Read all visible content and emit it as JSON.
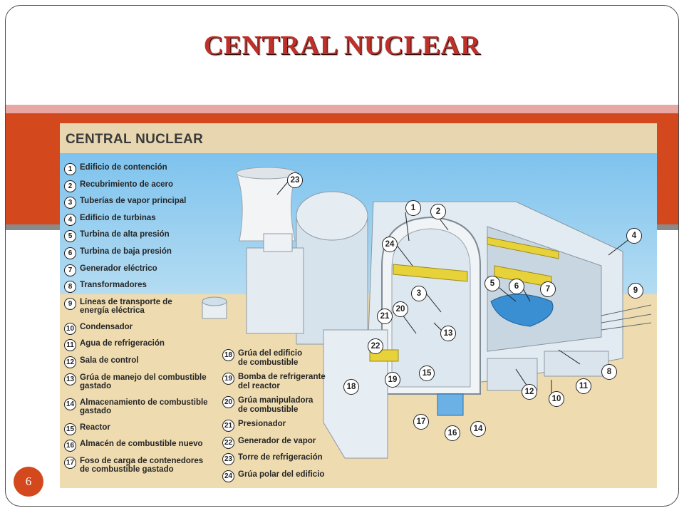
{
  "slide": {
    "title": "CENTRAL NUCLEAR",
    "page_number": "6"
  },
  "figure": {
    "title": "CENTRAL NUCLEAR",
    "legend": [
      {
        "num": "1",
        "text": "Edificio de contención"
      },
      {
        "num": "2",
        "text": "Recubrimiento de acero"
      },
      {
        "num": "3",
        "text": "Tuberías de vapor principal"
      },
      {
        "num": "4",
        "text": "Edificio de turbinas"
      },
      {
        "num": "5",
        "text": "Turbina de alta presión"
      },
      {
        "num": "6",
        "text": "Turbina de baja presión"
      },
      {
        "num": "7",
        "text": "Generador eléctrico"
      },
      {
        "num": "8",
        "text": "Transformadores"
      },
      {
        "num": "9",
        "text": "Líneas de transporte de\nenergía eléctrica"
      },
      {
        "num": "10",
        "text": "Condensador"
      },
      {
        "num": "11",
        "text": "Agua de refrigeración"
      },
      {
        "num": "12",
        "text": "Sala de control"
      },
      {
        "num": "13",
        "text": "Grúa de manejo del combustible\ngastado"
      },
      {
        "num": "14",
        "text": "Almacenamiento de combustible\ngastado"
      },
      {
        "num": "15",
        "text": "Reactor"
      },
      {
        "num": "16",
        "text": "Almacén de combustible nuevo"
      },
      {
        "num": "17",
        "text": "Foso de carga de contenedores\nde combustible gastado"
      }
    ],
    "legend_b": [
      {
        "num": "18",
        "text": "Grúa del edificio\nde combustible"
      },
      {
        "num": "19",
        "text": "Bomba de refrigerante\ndel reactor"
      },
      {
        "num": "20",
        "text": "Grúa manipuladora\nde combustible"
      },
      {
        "num": "21",
        "text": "Presionador"
      },
      {
        "num": "22",
        "text": "Generador de vapor"
      },
      {
        "num": "23",
        "text": "Torre de refrigeración"
      },
      {
        "num": "24",
        "text": "Grúa polar del edificio"
      }
    ],
    "callouts": [
      "1",
      "2",
      "3",
      "4",
      "5",
      "6",
      "7",
      "8",
      "9",
      "10",
      "11",
      "12",
      "13",
      "14",
      "15",
      "16",
      "17",
      "18",
      "19",
      "20",
      "21",
      "22",
      "23",
      "24"
    ]
  }
}
